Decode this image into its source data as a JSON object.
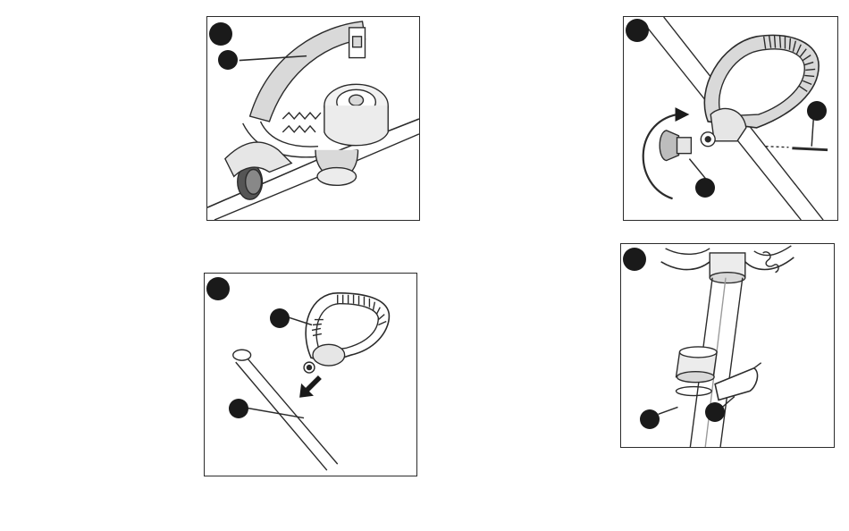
{
  "page": {
    "figures": [
      {
        "id": "guard-installation",
        "callouts": 1,
        "arrow": false
      },
      {
        "id": "handle-slide-on",
        "callouts": 2,
        "arrow": true
      },
      {
        "id": "handle-knob-bolt",
        "callouts": 2,
        "arrow": true
      },
      {
        "id": "shaft-collar-latch",
        "callouts": 2,
        "arrow": false
      }
    ],
    "colors": {
      "outline": "#2b2b2b",
      "badge": "#1a1a1a",
      "shading": "#d9d9d9",
      "light_shading": "#ececec"
    }
  }
}
